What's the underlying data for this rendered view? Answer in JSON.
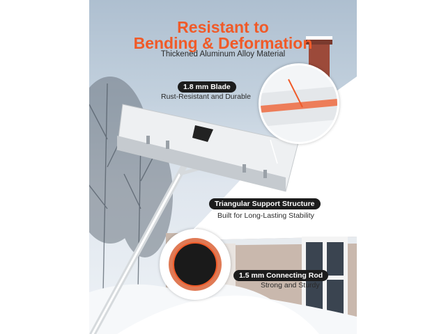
{
  "headline": {
    "line1": "Resistant to",
    "line2": "Bending & Deformation",
    "subtitle": "Thickened Aluminum Alloy Material"
  },
  "features": [
    {
      "title": "1.8 mm Blade",
      "caption": "Rust-Resistant and Durable"
    },
    {
      "title": "Triangular Support Structure",
      "caption": "Built for Long-Lasting Stability"
    },
    {
      "title": "1.5 mm Connecting Rod",
      "caption": "Strong and Sturdy"
    }
  ],
  "colors": {
    "accent": "#f05a28",
    "pill_bg": "#1c1c1c"
  }
}
